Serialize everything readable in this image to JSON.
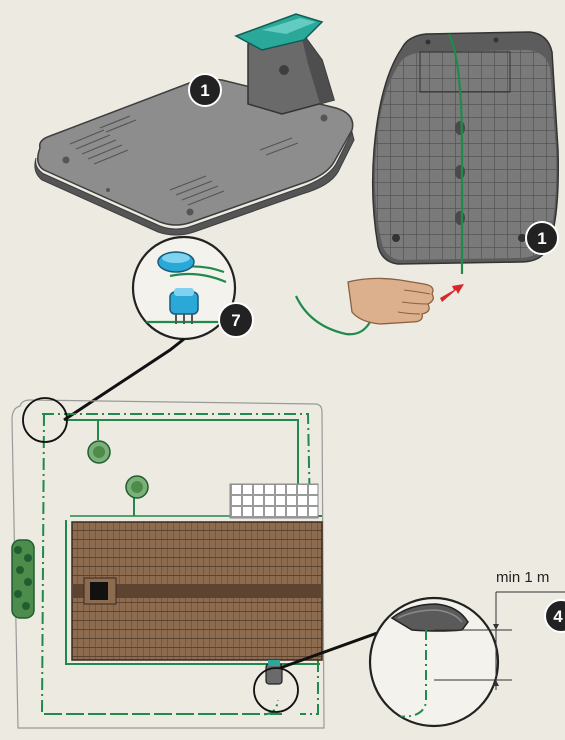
{
  "callouts": {
    "station_number": "1",
    "underside_number": "1",
    "connector_number": "7",
    "distance_number": "4"
  },
  "distance_label": "min 1 m",
  "colors": {
    "background": "#eceae1",
    "wire": "#1f8a4c",
    "station_grey": "#6e6e6e",
    "station_cap": "#2aa89a",
    "roof": "#8a6a4d",
    "callout_fill": "#222222",
    "arrow": "#d9262b",
    "hand": "#dcb08c"
  },
  "icons": {
    "charging_station": "charging-station-icon",
    "mower_underside": "mower-underside-icon",
    "hand": "hand-icon",
    "connector": "wire-connector-icon",
    "house": "house-roof-icon",
    "tree": "tree-icon",
    "hedge": "hedge-icon"
  }
}
